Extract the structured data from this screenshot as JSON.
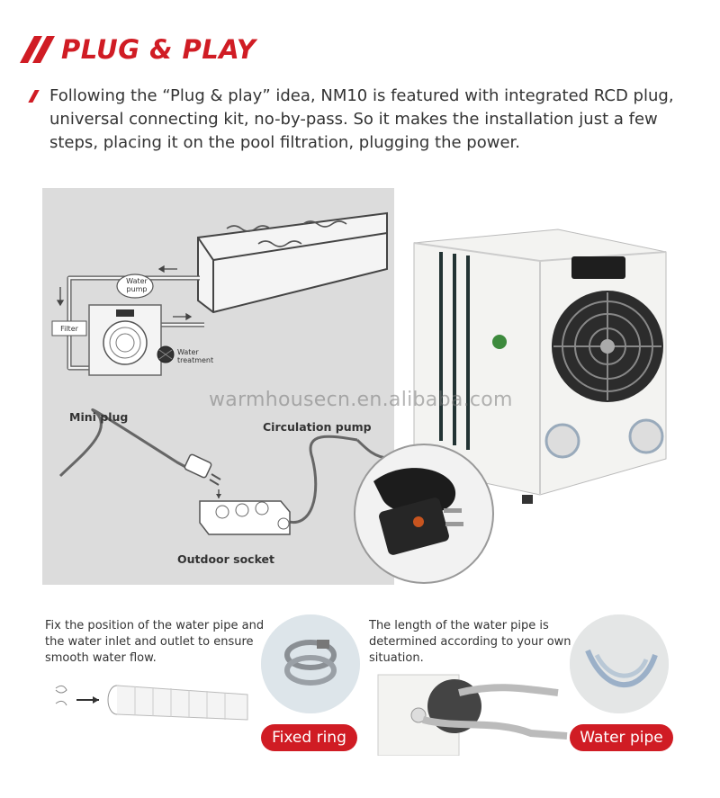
{
  "header": {
    "title": "PLUG & PLAY"
  },
  "intro": {
    "text": "Following the “Plug & play” idea, NM10 is featured with integrated RCD plug, universal connecting kit, no-by-pass. So it makes the installation just a few steps, placing it on the pool filtration, plugging the power."
  },
  "diagram": {
    "water_pump": "Water pump",
    "filter": "Filter",
    "water_treatment": "Water treatment",
    "mini_plug": "Mini plug",
    "circulation_pump": "Circulation pump",
    "outdoor_socket": "Outdoor socket"
  },
  "watermark": "warmhousecn.en.alibaba.com",
  "bottom_left": {
    "caption": "Fix the position of the water pipe and the water inlet and outlet to ensure smooth water flow.",
    "badge": "Fixed ring"
  },
  "bottom_right": {
    "caption": "The length of the water pipe is determined according to your own situation.",
    "badge": "Water pipe"
  },
  "colors": {
    "accent": "#d01c24",
    "panel": "#dcdcdc"
  }
}
